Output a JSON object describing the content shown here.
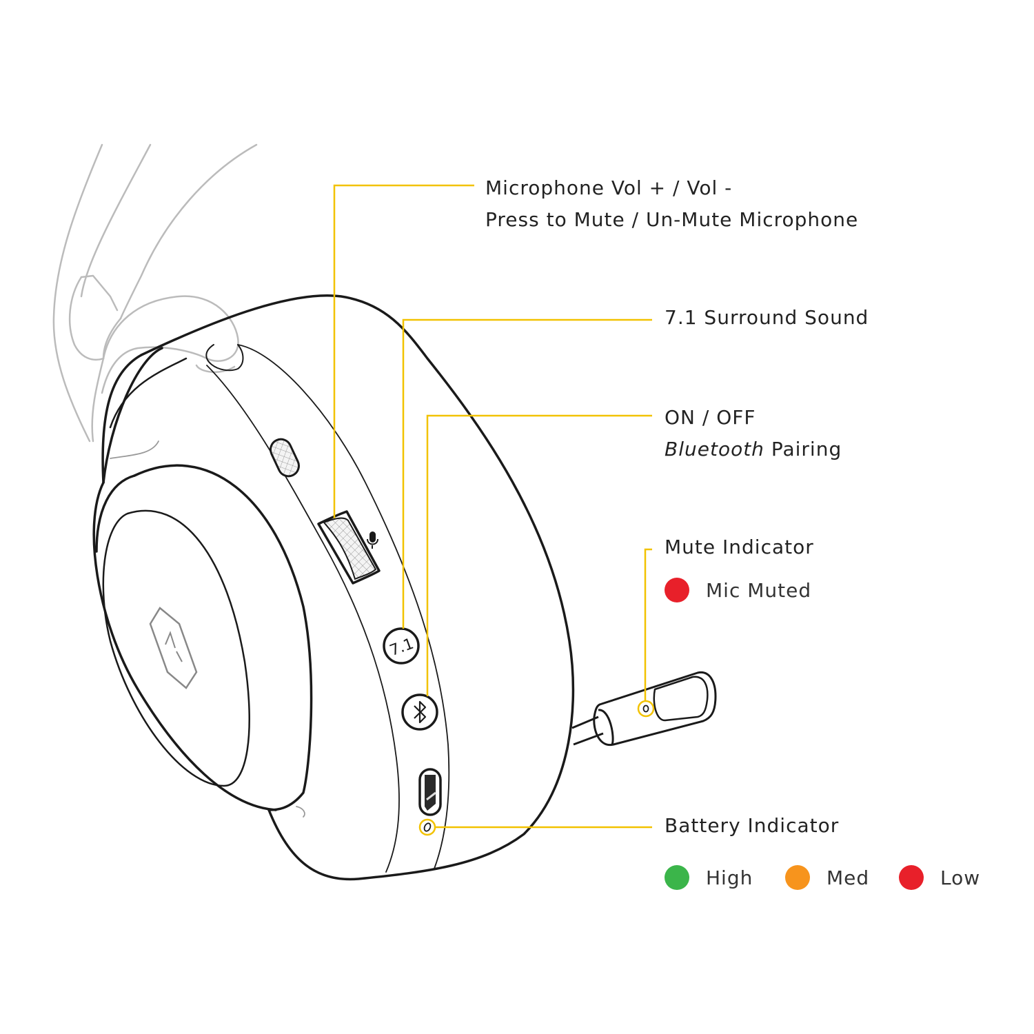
{
  "callouts": {
    "mic_volume": {
      "line1": "Microphone Vol + / Vol -",
      "line2": "Press to Mute / Un-Mute Microphone"
    },
    "surround": {
      "line1": "7.1 Surround Sound"
    },
    "power": {
      "line1": "ON / OFF",
      "line2_italic": "Bluetooth",
      "line2_rest": " Pairing"
    },
    "mute_indicator": {
      "title": "Mute Indicator",
      "states": [
        {
          "label": "Mic Muted",
          "color": "#e8202a"
        }
      ]
    },
    "battery_indicator": {
      "title": "Battery Indicator",
      "states": [
        {
          "label": "High",
          "color": "#3bb54a"
        },
        {
          "label": "Med",
          "color": "#f7941d"
        },
        {
          "label": "Low",
          "color": "#e8202a"
        }
      ]
    }
  },
  "device": {
    "surround_button_label": "7.1",
    "bluetooth_icon": "bluetooth-icon",
    "brand_logo": "brand-logo-icon"
  },
  "colors": {
    "leader_line": "#f2c200",
    "outline": "#1a1a1a",
    "headband": "#bbbbbb"
  }
}
